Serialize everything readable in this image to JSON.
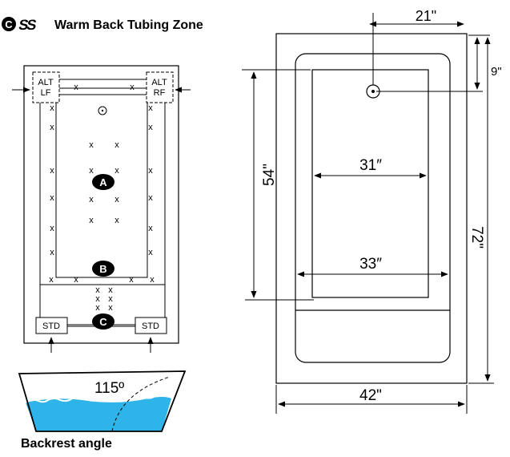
{
  "header": {
    "badge_letter": "C",
    "symbol": "SS",
    "title": "Warm Back Tubing Zone"
  },
  "tubing_plan": {
    "corner_labels": {
      "top_left_line1": "ALT",
      "top_left_line2": "LF",
      "top_right_line1": "ALT",
      "top_right_line2": "RF",
      "bottom_left": "STD",
      "bottom_right": "STD"
    },
    "zone_badges": [
      "A",
      "B",
      "C"
    ],
    "jet_mark": "x"
  },
  "backrest": {
    "angle_value": "115º",
    "caption": "Backrest angle",
    "water_color": "#2eb4e8"
  },
  "dimensions": {
    "top_offset": "21\"",
    "drain_offset": "9\"",
    "inner_length": "54\"",
    "outer_length": "72\"",
    "basin_width": "31″",
    "floor_width": "33″",
    "outer_width": "42\""
  }
}
